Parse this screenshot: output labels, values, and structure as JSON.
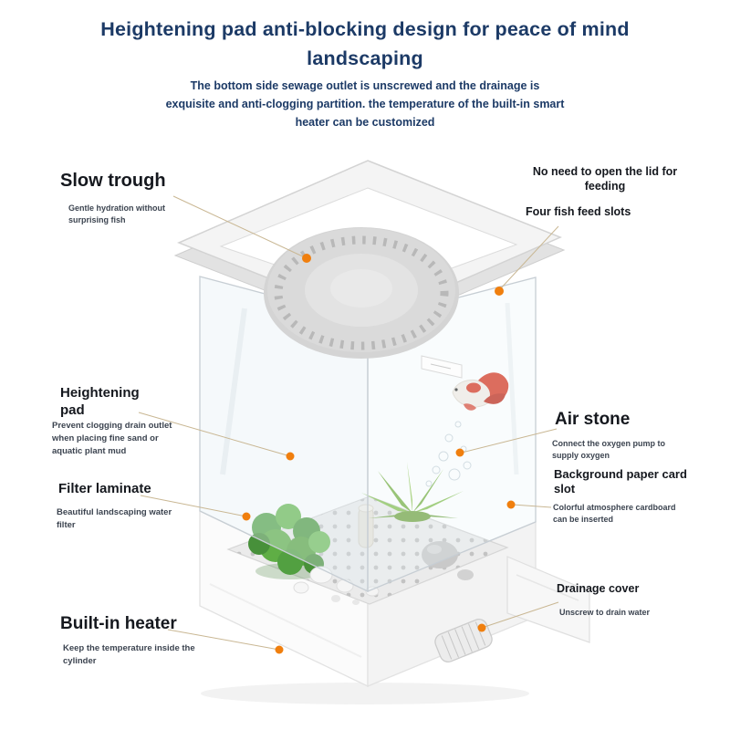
{
  "title": {
    "line1": "Heightening pad anti-blocking design for peace of mind",
    "line2": "landscaping"
  },
  "subtitle": "The bottom side sewage outlet is unscrewed and the drainage is exquisite and anti-clogging partition. the temperature of the built-in smart heater can be customized",
  "colors": {
    "heading": "#1c3a66",
    "label": "#15181e",
    "desc": "#3c4450",
    "accent_dot": "#f07f0e",
    "leader_line": "#c9b793"
  },
  "labels": {
    "slow_trough": {
      "title": "Slow trough",
      "desc": "Gentle hydration without surprising fish"
    },
    "feeding": {
      "title": "No need to open the lid for feeding",
      "subtitle": "Four fish feed slots"
    },
    "heightening_pad": {
      "title": "Heightening pad",
      "desc": "Prevent clogging drain outlet when placing fine sand or aquatic plant mud"
    },
    "air_stone": {
      "title": "Air stone",
      "desc": "Connect the oxygen pump to supply oxygen"
    },
    "filter_laminate": {
      "title": "Filter laminate",
      "desc": "Beautiful landscaping water filter"
    },
    "background_slot": {
      "title": "Background paper card slot",
      "desc": "Colorful atmosphere cardboard can be inserted"
    },
    "built_in_heater": {
      "title": "Built-in heater",
      "desc": "Keep the temperature inside the cylinder"
    },
    "drainage_cover": {
      "title": "Drainage cover",
      "desc": "Unscrew to drain water"
    }
  }
}
